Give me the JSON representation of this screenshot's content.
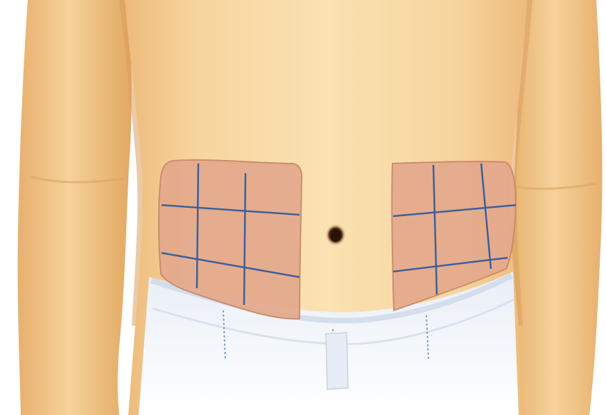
{
  "image": {
    "subject": "",
    "colors": {
      "background": "#ffffff",
      "skin_light": "#f9dfae",
      "skin_mid": "#f0c386",
      "skin_shadow": "#dda566",
      "zone_fill": "#e4a98d",
      "zone_outline": "#c88766",
      "grid_line": "#3b5f9b",
      "pants": "#f3f6fb",
      "pants_shadow": "#dfe7f2",
      "pants_stitch": "#7a9dcc",
      "navel": "#2b1208"
    },
    "icons": [
      "torso-illustration",
      "injection-zone-left",
      "injection-zone-right",
      "navel",
      "pants"
    ]
  }
}
